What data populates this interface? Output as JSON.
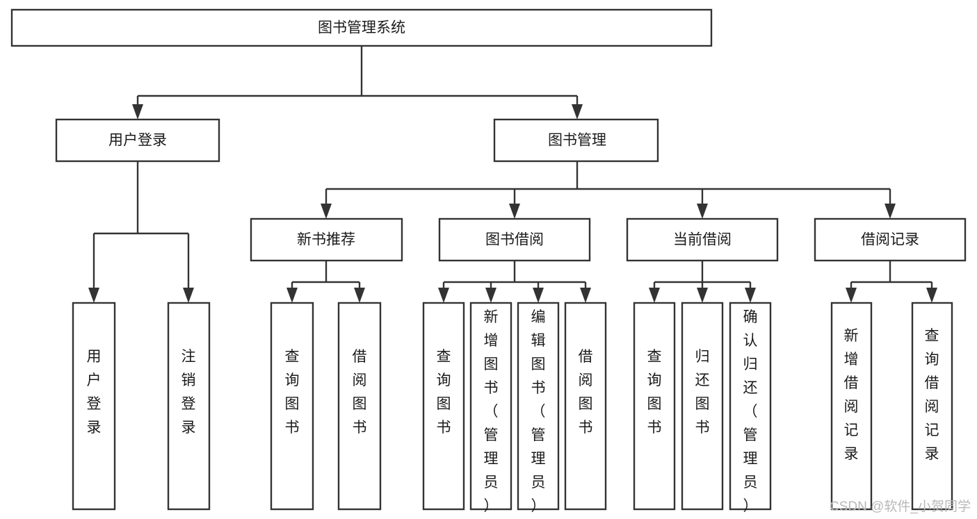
{
  "diagram": {
    "type": "tree-hierarchy",
    "title": "图书管理系统",
    "orientation": "top-down",
    "colors": {
      "box_fill": "#ffffff",
      "box_stroke": "#333333",
      "text": "#1a1a1a",
      "background": "#ffffff",
      "watermark": "#b8b8b8"
    },
    "levels": {
      "root": {
        "label": "图书管理系统"
      },
      "level2": [
        {
          "label": "用户登录"
        },
        {
          "label": "图书管理"
        }
      ],
      "level3": [
        {
          "label": "新书推荐",
          "parent": "图书管理"
        },
        {
          "label": "图书借阅",
          "parent": "图书管理"
        },
        {
          "label": "当前借阅",
          "parent": "图书管理"
        },
        {
          "label": "借阅记录",
          "parent": "图书管理"
        }
      ],
      "leaves": {
        "user_login": [
          {
            "label": "用户登录"
          },
          {
            "label": "注销登录"
          }
        ],
        "new_book_recommend": [
          {
            "label": "查询图书"
          },
          {
            "label": "借阅图书"
          }
        ],
        "book_borrow": [
          {
            "label": "查询图书"
          },
          {
            "label": "新增图书（管理员）"
          },
          {
            "label": "编辑图书（管理员）"
          },
          {
            "label": "借阅图书"
          }
        ],
        "current_borrow": [
          {
            "label": "查询图书"
          },
          {
            "label": "归还图书"
          },
          {
            "label": "确认归还（管理员）"
          }
        ],
        "borrow_record": [
          {
            "label": "新增借阅记录"
          },
          {
            "label": "查询借阅记录"
          }
        ]
      }
    }
  },
  "watermark": {
    "text": "CSDN @软件_小贺同学"
  }
}
